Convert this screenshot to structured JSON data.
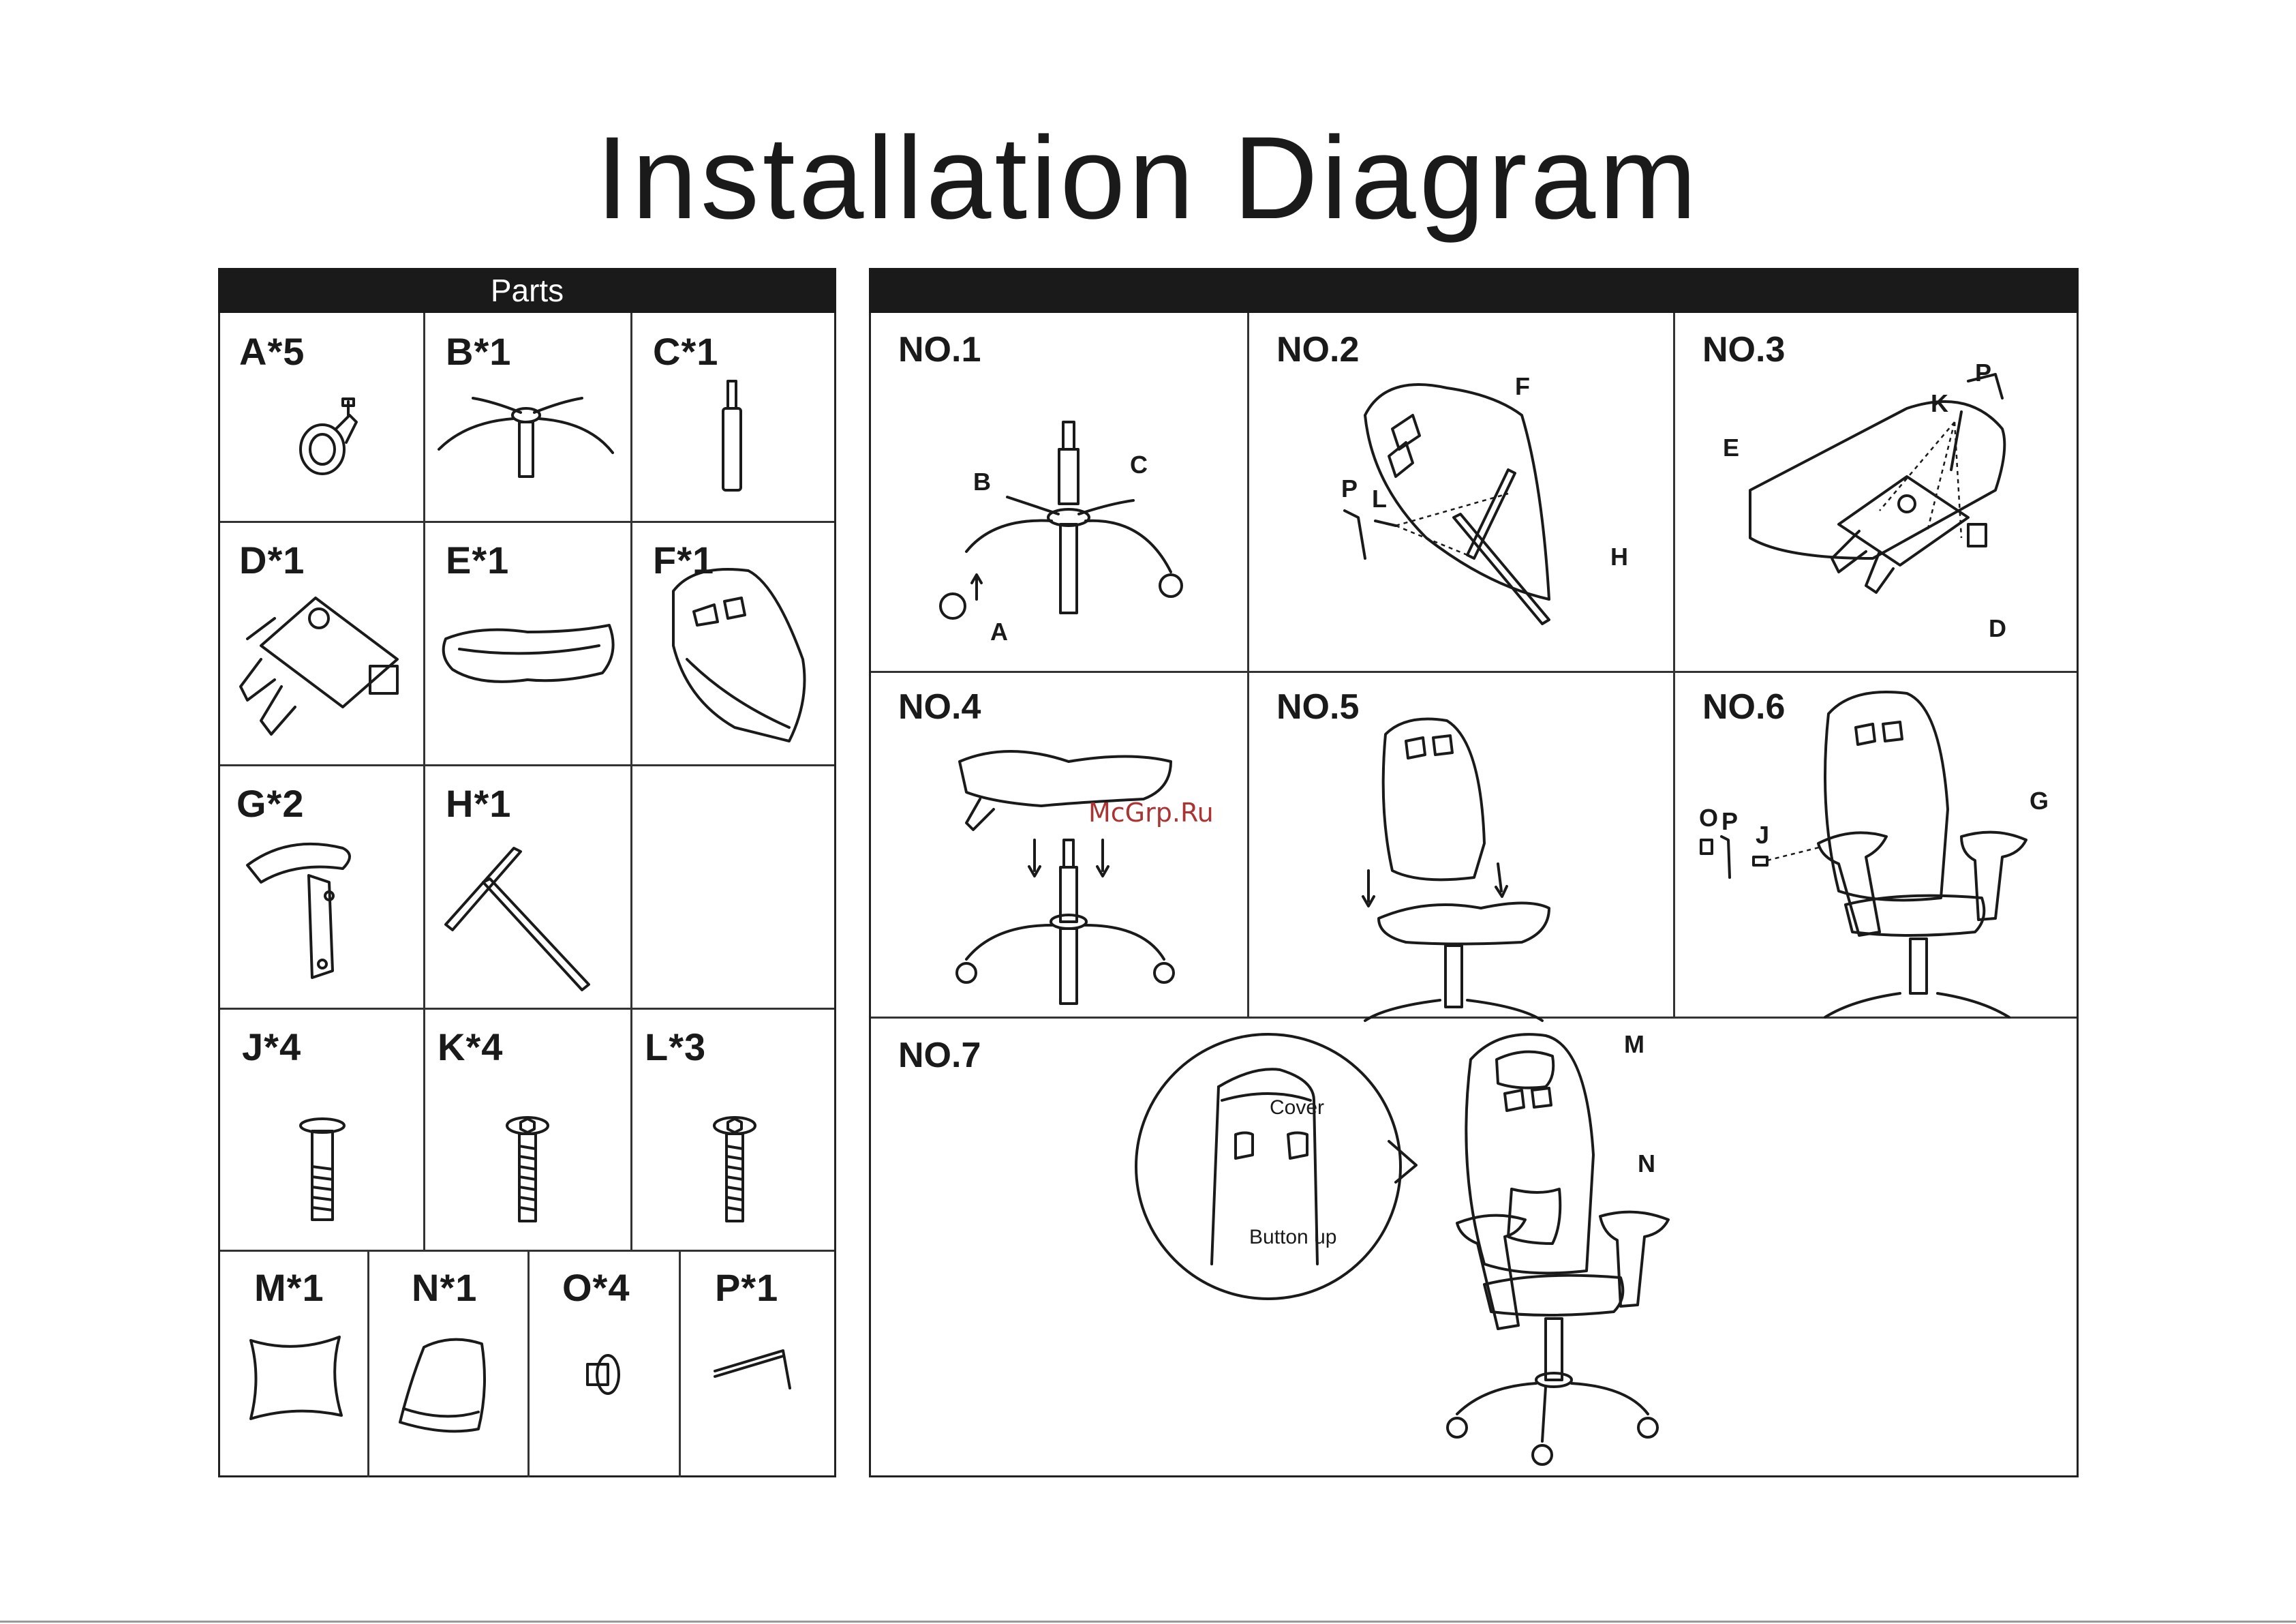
{
  "title": "Installation Diagram",
  "parts_header": "Parts",
  "parts": [
    {
      "label": "A*5",
      "icon": "caster-wheel-icon"
    },
    {
      "label": "B*1",
      "icon": "five-star-base-icon"
    },
    {
      "label": "C*1",
      "icon": "gas-lift-cylinder-icon"
    },
    {
      "label": "D*1",
      "icon": "tilt-mechanism-icon"
    },
    {
      "label": "E*1",
      "icon": "seat-cushion-icon"
    },
    {
      "label": "F*1",
      "icon": "backrest-icon"
    },
    {
      "label": "G*2",
      "icon": "armrest-icon"
    },
    {
      "label": "H*1",
      "icon": "backrest-bracket-icon"
    },
    {
      "label": "J*4",
      "icon": "bolt-j-icon"
    },
    {
      "label": "K*4",
      "icon": "bolt-k-icon"
    },
    {
      "label": "L*3",
      "icon": "bolt-l-icon"
    },
    {
      "label": "M*1",
      "icon": "headrest-pillow-icon"
    },
    {
      "label": "N*1",
      "icon": "lumbar-pillow-icon"
    },
    {
      "label": "O*4",
      "icon": "cap-icon"
    },
    {
      "label": "P*1",
      "icon": "allen-key-icon"
    }
  ],
  "steps": [
    {
      "label": "NO.1",
      "callouts": [
        "B",
        "C",
        "A"
      ]
    },
    {
      "label": "NO.2",
      "callouts": [
        "F",
        "P",
        "L",
        "H"
      ]
    },
    {
      "label": "NO.3",
      "callouts": [
        "P",
        "K",
        "E",
        "D"
      ]
    },
    {
      "label": "NO.4",
      "callouts": []
    },
    {
      "label": "NO.5",
      "callouts": []
    },
    {
      "label": "NO.6",
      "callouts": [
        "O",
        "P",
        "J",
        "G"
      ]
    },
    {
      "label": "NO.7",
      "callouts": [
        "M",
        "N"
      ],
      "inset_cover": "Cover",
      "inset_button": "Button up"
    }
  ],
  "watermark": "McGrp.Ru"
}
